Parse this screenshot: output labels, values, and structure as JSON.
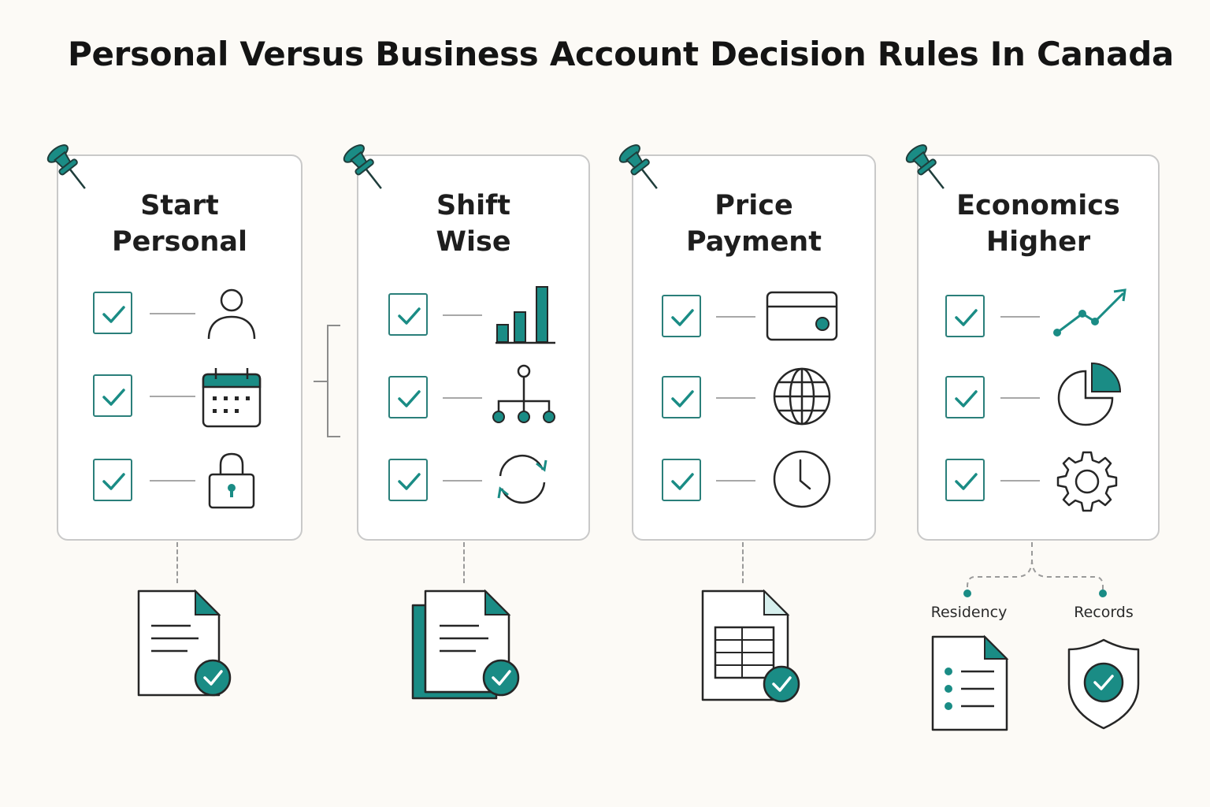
{
  "title": "Personal Versus Business Account Decision Rules In Canada",
  "colors": {
    "accent": "#1a8c85",
    "ink": "#262626",
    "card_border": "#c9c9c9",
    "background": "#fcfaf6"
  },
  "cards": [
    {
      "title_line1": "Start",
      "title_line2": "Personal",
      "icons": [
        "person-icon",
        "calendar-icon",
        "lock-icon"
      ],
      "document_icon": "document-check-icon"
    },
    {
      "title_line1": "Shift",
      "title_line2": "Wise",
      "icons": [
        "bar-chart-icon",
        "hierarchy-icon",
        "refresh-icon"
      ],
      "document_icon": "stacked-documents-check-icon"
    },
    {
      "title_line1": "Price",
      "title_line2": "Payment",
      "icons": [
        "credit-card-icon",
        "globe-icon",
        "clock-icon"
      ],
      "document_icon": "spreadsheet-check-icon"
    },
    {
      "title_line1": "Economics",
      "title_line2": "Higher",
      "icons": [
        "trend-up-icon",
        "pie-chart-icon",
        "gear-icon"
      ],
      "document_icon": ""
    }
  ],
  "branches": [
    {
      "label": "Residency",
      "icon": "list-document-icon"
    },
    {
      "label": "Records",
      "icon": "shield-check-icon"
    }
  ]
}
